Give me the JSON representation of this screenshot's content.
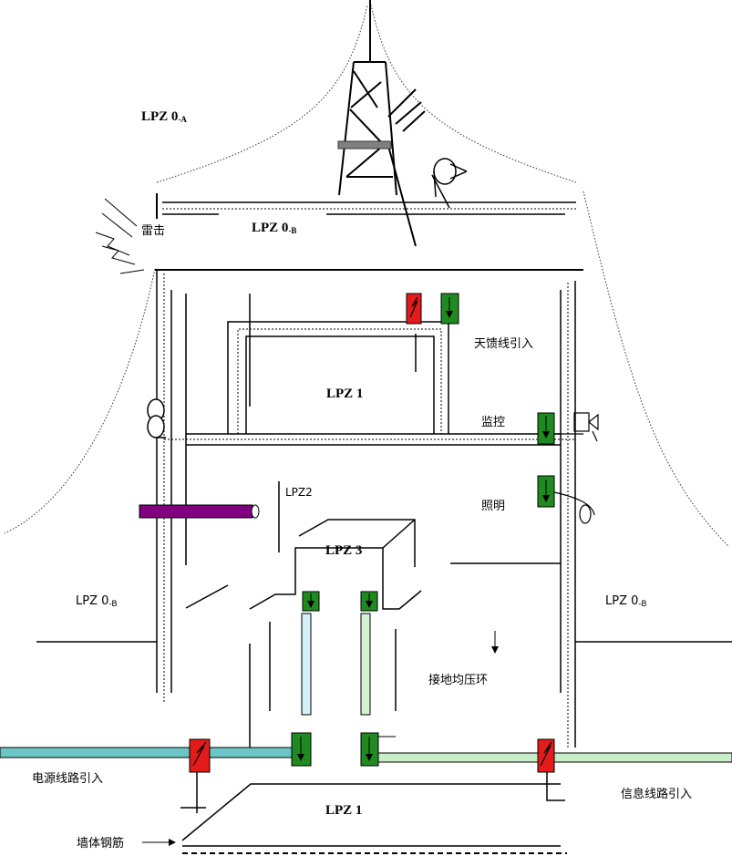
{
  "zones": {
    "lpz0a": {
      "main": "LPZ 0",
      "sub": "-A"
    },
    "lpz0b_top": {
      "main": "LPZ 0",
      "sub": "-B"
    },
    "lpz0b_left": {
      "main": "LPZ 0",
      "sub": "-B"
    },
    "lpz0b_right": {
      "main": "LPZ 0",
      "sub": "-B"
    },
    "lpz1_upper": "LPZ 1",
    "lpz2": "LPZ2",
    "lpz3": "LPZ 3",
    "lpz1_lower": "LPZ 1"
  },
  "labels": {
    "lightning": "雷击",
    "antenna_feed": "天馈线引入",
    "monitoring": "监控",
    "lighting": "照明",
    "bonding_ring": "接地均压环",
    "power_line": "电源线路引入",
    "signal_line": "信息线路引入",
    "wall_rebar": "墙体钢筋"
  },
  "colors": {
    "surge_red": "#e31b1b",
    "spd_green": "#1f8a1f",
    "purple_pipe": "#800080",
    "power_cable": "#6cc6c6",
    "signal_cable": "#c9ecc9",
    "bar_blue": "#d6f1f5",
    "bar_green": "#d4f1d4"
  }
}
